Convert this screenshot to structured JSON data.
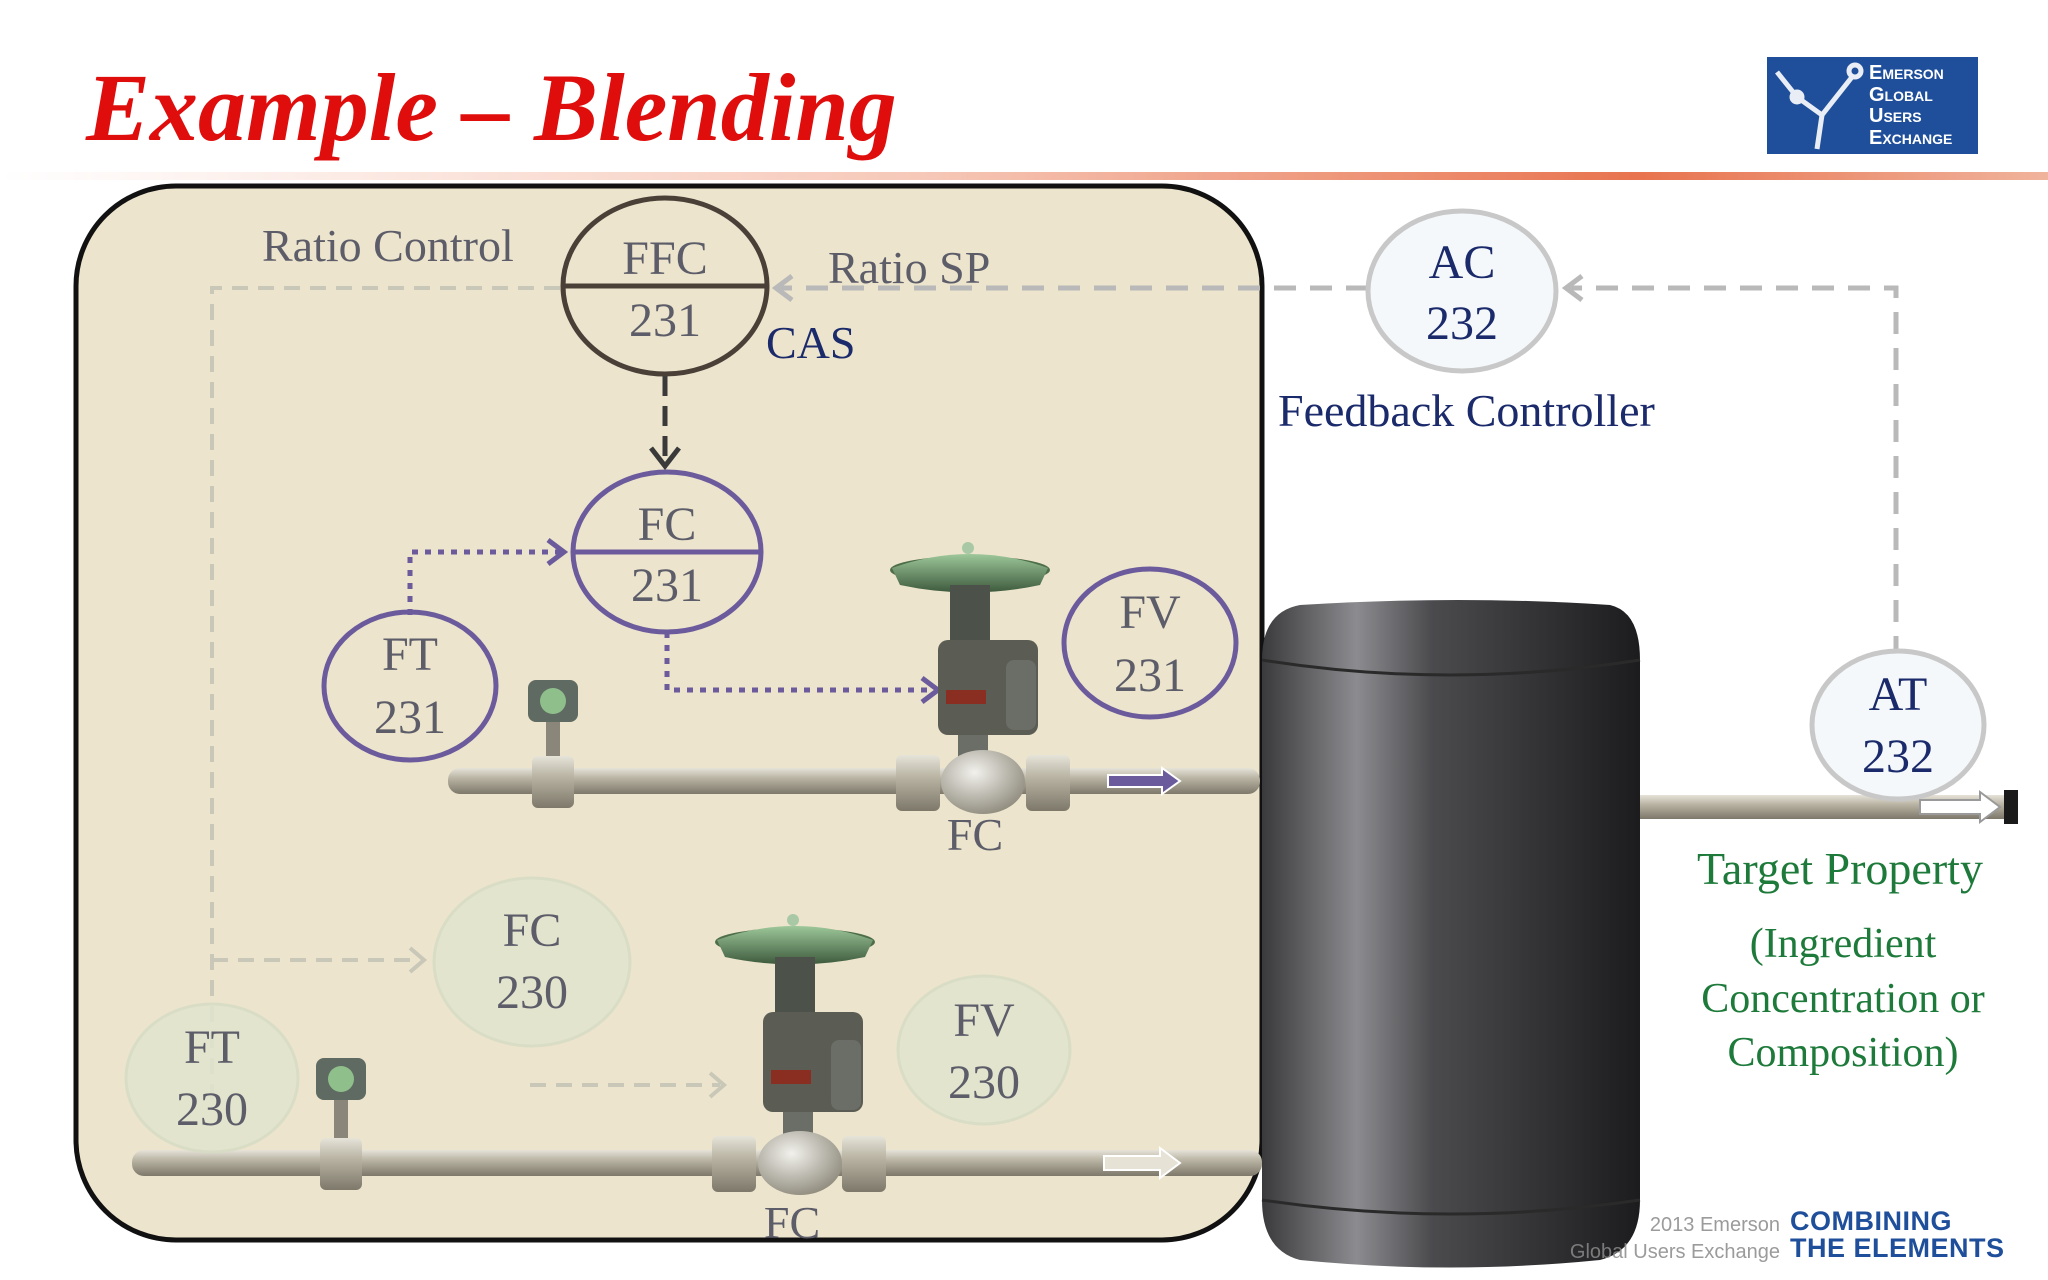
{
  "slide": {
    "title": "Example – Blending"
  },
  "logo": {
    "line1": "Emerson",
    "line2": "Global",
    "line3": "Users",
    "line4": "Exchange"
  },
  "labels": {
    "ratio_control": "Ratio Control",
    "ratio_sp": "Ratio SP",
    "cas": "CAS",
    "feedback_controller": "Feedback Controller",
    "fc_upper": "FC",
    "fc_lower": "FC",
    "target_property": "Target Property",
    "target_desc_1": "(Ingredient",
    "target_desc_2": "Concentration or",
    "target_desc_3": "Composition)"
  },
  "instruments": {
    "ffc231": {
      "tag": "FFC",
      "num": "231"
    },
    "ac232": {
      "tag": "AC",
      "num": "232"
    },
    "fc231": {
      "tag": "FC",
      "num": "231"
    },
    "ft231": {
      "tag": "FT",
      "num": "231"
    },
    "fv231": {
      "tag": "FV",
      "num": "231"
    },
    "at232": {
      "tag": "AT",
      "num": "232"
    },
    "fc230": {
      "tag": "FC",
      "num": "230"
    },
    "ft230": {
      "tag": "FT",
      "num": "230"
    },
    "fv230": {
      "tag": "FV",
      "num": "230"
    }
  },
  "footer": {
    "line1": "2013 Emerson",
    "line2": "Global Users Exchange",
    "brand1": "COMBINING",
    "brand2": "THE ELEMENTS"
  },
  "colors": {
    "title": "#e00d0d",
    "purple": "#6b5a9c",
    "navy": "#1b2a6b",
    "green": "#1e7a3a",
    "gray_text": "#5d5d6a",
    "panel": "#ece4cc"
  }
}
